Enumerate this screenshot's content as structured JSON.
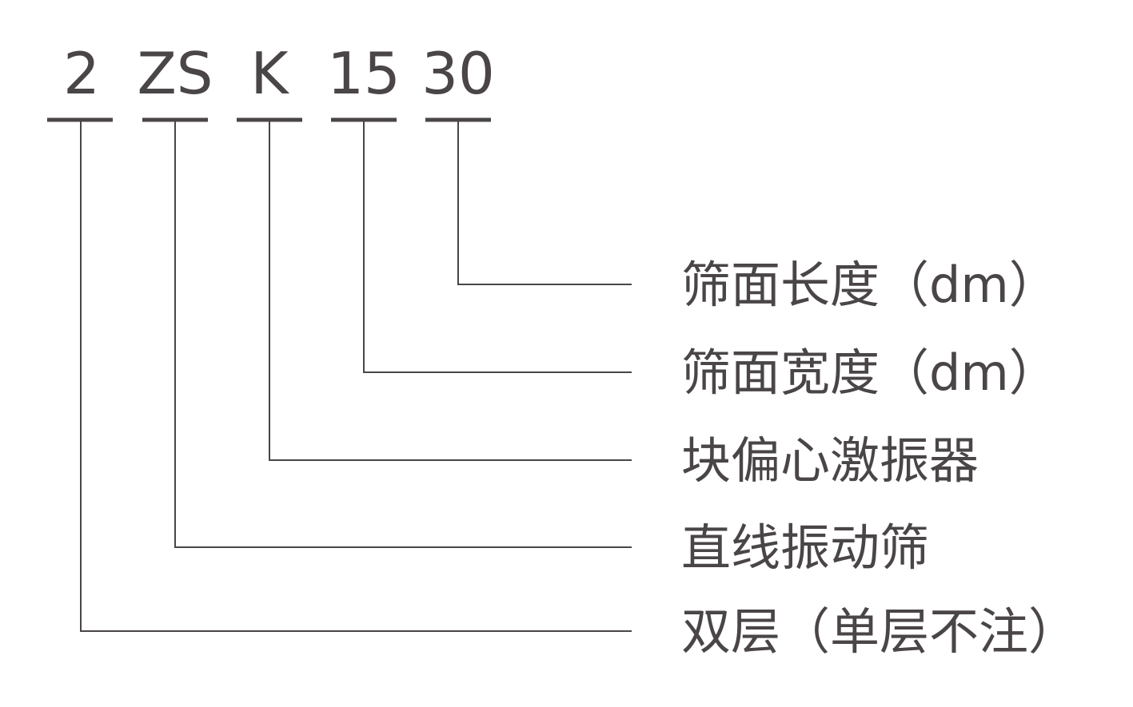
{
  "colors": {
    "text": "#4a4546",
    "line": "#4a4546"
  },
  "codes": [
    "2",
    "ZS",
    "K",
    "15",
    "30"
  ],
  "labels": [
    "筛面长度（dm）",
    "筛面宽度（dm）",
    "块偏心激振器",
    "直线振动筛",
    "双层（单层不注）"
  ]
}
